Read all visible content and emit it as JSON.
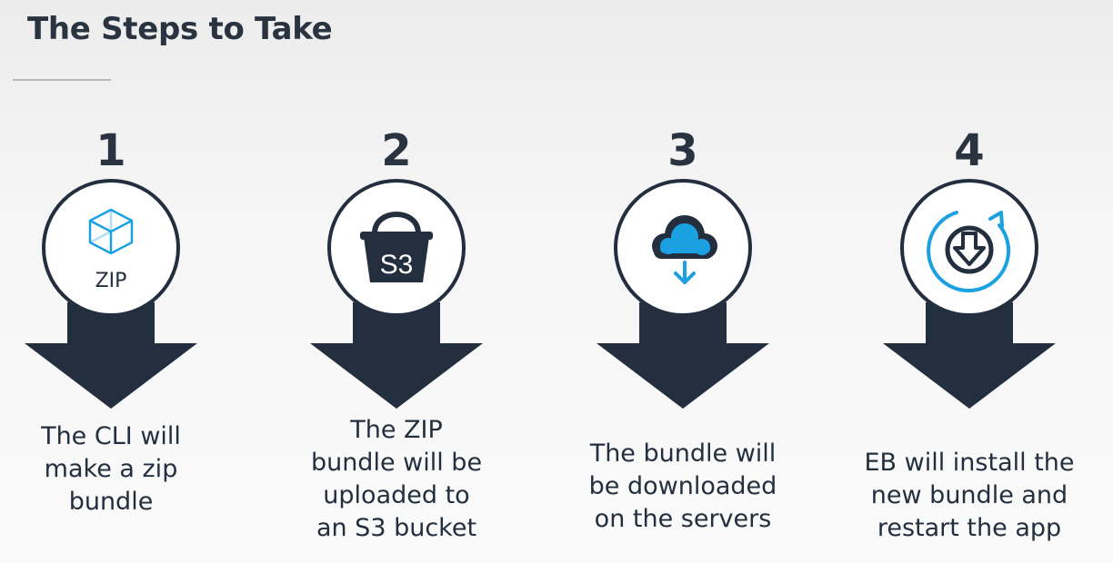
{
  "title": "The Steps to Take",
  "watermark": "...",
  "steps": [
    {
      "number": "1",
      "icon": "zip-box-icon",
      "icon_label": "ZIP",
      "caption": [
        "The CLI will",
        "make a zip",
        "bundle"
      ]
    },
    {
      "number": "2",
      "icon": "s3-bucket-icon",
      "icon_label": "S3",
      "caption": [
        "The ZIP",
        "bundle will be",
        "uploaded to",
        "an S3 bucket"
      ]
    },
    {
      "number": "3",
      "icon": "cloud-download-icon",
      "caption": [
        "The bundle will",
        "be downloaded",
        "on the servers"
      ]
    },
    {
      "number": "4",
      "icon": "install-restart-icon",
      "caption": [
        "EB will install the",
        "new bundle and",
        "restart the app"
      ]
    }
  ],
  "colors": {
    "dark": "#232f3e",
    "accent": "#1ba1e2"
  }
}
